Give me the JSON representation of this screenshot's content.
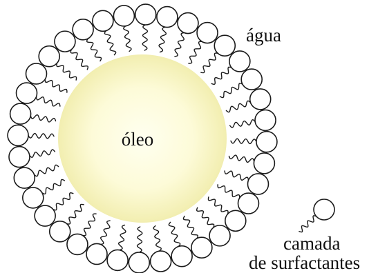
{
  "labels": {
    "oil": "óleo",
    "water": "água",
    "surfactant_line1": "camada",
    "surfactant_line2": "de surfactantes"
  },
  "colors": {
    "oil_center": "#fffff0",
    "oil_mid": "#fdfbd8",
    "oil_edge": "#f2eeb0",
    "outline": "#1a1a1a"
  },
  "micelle": {
    "surfactant_count": 36
  }
}
